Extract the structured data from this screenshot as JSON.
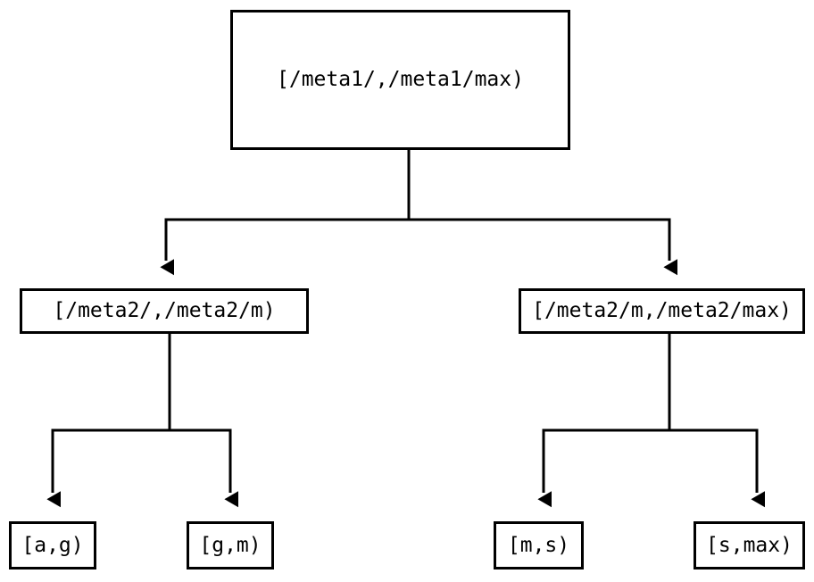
{
  "diagram": {
    "type": "tree",
    "title": "",
    "orientation": "top-down",
    "colors": {
      "stroke": "#000000",
      "fill": "#ffffff",
      "text": "#000000",
      "background": "#ffffff"
    },
    "nodes": {
      "root": {
        "id": "root",
        "label": "[/meta1/,/meta1/max)",
        "level": 0
      },
      "mid_left": {
        "id": "mid_left",
        "label": "[/meta2/,/meta2/m)",
        "level": 1
      },
      "mid_right": {
        "id": "mid_right",
        "label": "[/meta2/m,/meta2/max)",
        "level": 1
      },
      "leaf_1": {
        "id": "leaf_1",
        "label": "[a,g)",
        "level": 2
      },
      "leaf_2": {
        "id": "leaf_2",
        "label": "[g,m)",
        "level": 2
      },
      "leaf_3": {
        "id": "leaf_3",
        "label": "[m,s)",
        "level": 2
      },
      "leaf_4": {
        "id": "leaf_4",
        "label": "[s,max)",
        "level": 2
      }
    },
    "edges": [
      {
        "from": "root",
        "to": "mid_left"
      },
      {
        "from": "root",
        "to": "mid_right"
      },
      {
        "from": "mid_left",
        "to": "leaf_1"
      },
      {
        "from": "mid_left",
        "to": "leaf_2"
      },
      {
        "from": "mid_right",
        "to": "leaf_3"
      },
      {
        "from": "mid_right",
        "to": "leaf_4"
      }
    ]
  }
}
